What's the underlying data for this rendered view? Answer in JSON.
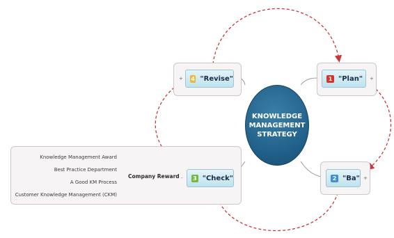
{
  "center": {
    "lines": [
      "KNOWLEDGE",
      "MANAGEMENT",
      "STRATEGY"
    ]
  },
  "nodes": {
    "revise": {
      "label": "\"Revise\"",
      "badge": "4",
      "color": "#f2b635"
    },
    "plan": {
      "label": "\"Plan\"",
      "badge": "1",
      "color": "#d8332a"
    },
    "ba": {
      "label": "\"Ba\"",
      "badge": "2",
      "color": "#3f8fd6"
    },
    "check": {
      "label": "\"Check\"",
      "badge": "3",
      "color": "#74b83d"
    }
  },
  "company_reward": {
    "label": "Company Reward",
    "items": [
      "Knowledge Management Award",
      "Best Practice Department",
      "A Good KM Process",
      "Customer Knowledge Management (CKM)"
    ]
  },
  "colors": {
    "cycle_arrow": "#c8373a",
    "connector": "#999999",
    "circle": "#1f5d86"
  }
}
